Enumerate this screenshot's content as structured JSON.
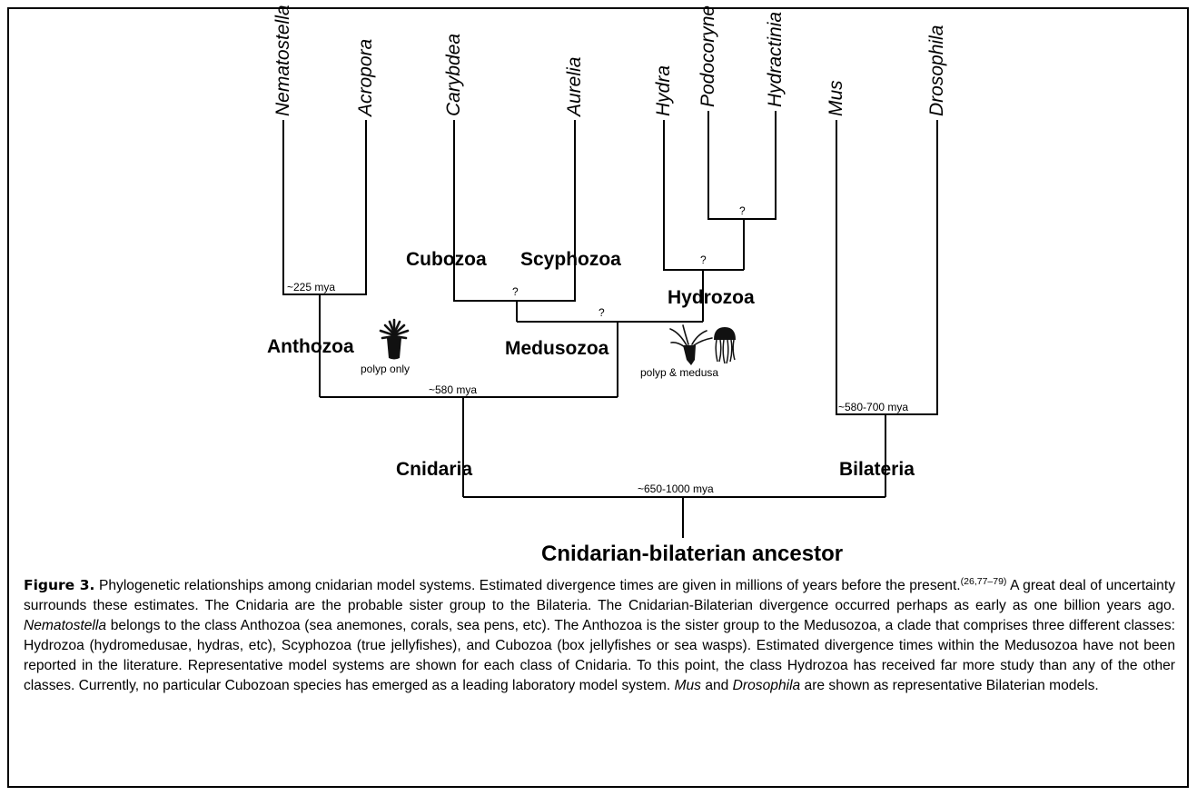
{
  "taxa": {
    "nematostella": "Nematostella",
    "acropora": "Acropora",
    "carybdea": "Carybdea",
    "aurelia": "Aurelia",
    "hydra": "Hydra",
    "podocoryne": "Podocoryne",
    "hydractinia": "Hydractinia",
    "mus": "Mus",
    "drosophila": "Drosophila"
  },
  "clades": {
    "cubozoa": "Cubozoa",
    "scyphozoa": "Scyphozoa",
    "hydrozoa": "Hydrozoa",
    "anthozoa": "Anthozoa",
    "medusozoa": "Medusozoa",
    "cnidaria": "Cnidaria",
    "bilateria": "Bilateria",
    "root": "Cnidarian-bilaterian ancestor"
  },
  "divergence_times": {
    "anthozoa": "~225 mya",
    "cnidaria": "~580 mya",
    "bilateria": "~580-700 mya",
    "root": "~650-1000 mya"
  },
  "unknown_marker": "?",
  "notes": {
    "anthozoa": "polyp only",
    "medusozoa": "polyp & medusa"
  },
  "icons": {
    "anemone": "sea-anemone-icon",
    "hydroid": "hydroid-polyp-icon",
    "jellyfish": "jellyfish-icon"
  },
  "caption": {
    "label": "Figure 3.",
    "text_1": " Phylogenetic relationships among cnidarian model systems. Estimated divergence times are given in millions of years before the present.",
    "citation": "(26,77–79)",
    "text_2": " A great deal of uncertainty surrounds these estimates. The Cnidaria are the probable sister group to the Bilateria. The Cnidarian-Bilaterian divergence occurred perhaps as early as one billion years ago. ",
    "italic_1": "Nematostella",
    "text_3": " belongs to the class Anthozoa (sea anemones, corals, sea pens, etc). The Anthozoa is the sister group to the Medusozoa, a clade that comprises three different classes: Hydrozoa (hydromedusae, hydras, etc), Scyphozoa (true jellyfishes), and Cubozoa (box jellyfishes or sea wasps). Estimated divergence times within the Medusozoa have not been reported in the literature. Representative model systems are shown for each class of Cnidaria. To this point, the class Hydrozoa has received far more study than any of the other classes. Currently, no particular Cubozoan species has emerged as a leading laboratory model system. ",
    "italic_2": "Mus",
    "text_4": " and ",
    "italic_3": "Drosophila",
    "text_5": " are shown as representative Bilaterian models."
  }
}
